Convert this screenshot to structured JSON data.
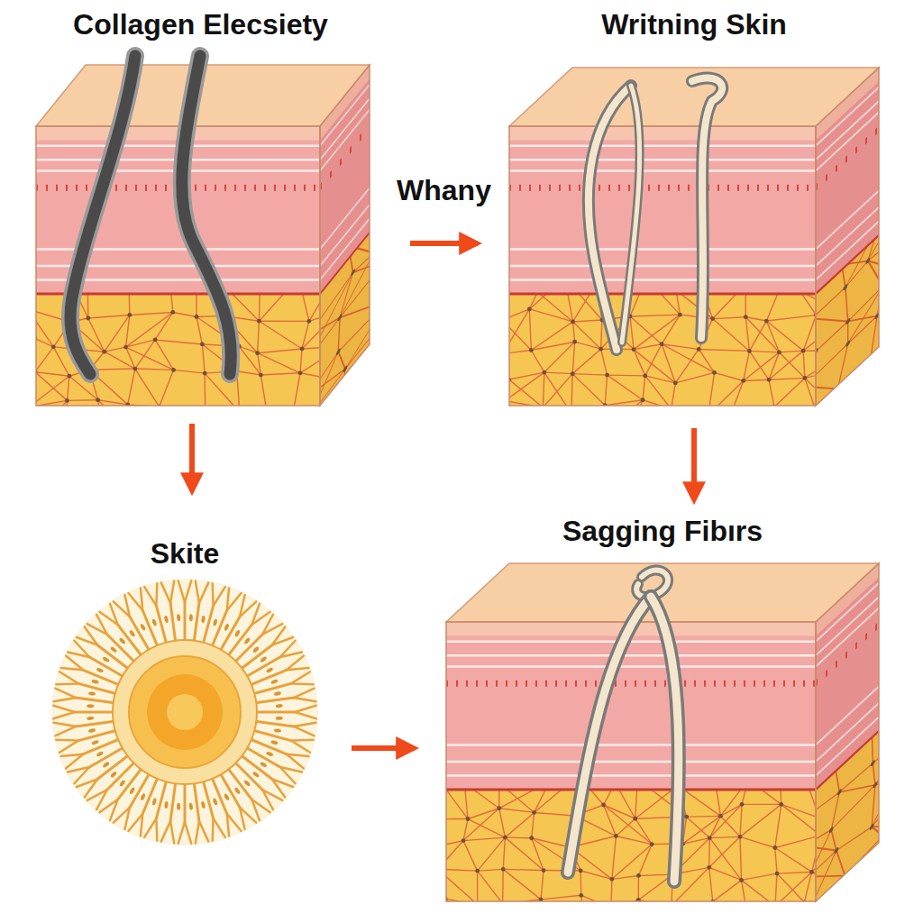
{
  "diagram": {
    "nodes": [
      {
        "text": [
          "Collagen Elecsiety"
        ]
      },
      {
        "text": [
          "Writning Skin"
        ]
      },
      {
        "text": [
          "Skite"
        ]
      },
      {
        "text": [
          "Sagging Fibırs"
        ]
      }
    ],
    "edges": [
      {
        "from": 0,
        "to": 1,
        "arrow": "to",
        "label": "Whany"
      },
      {
        "from": 0,
        "to": 2,
        "arrow": "to"
      },
      {
        "from": 1,
        "to": 3,
        "arrow": "to"
      },
      {
        "from": 2,
        "to": 3,
        "arrow": "to"
      }
    ]
  }
}
